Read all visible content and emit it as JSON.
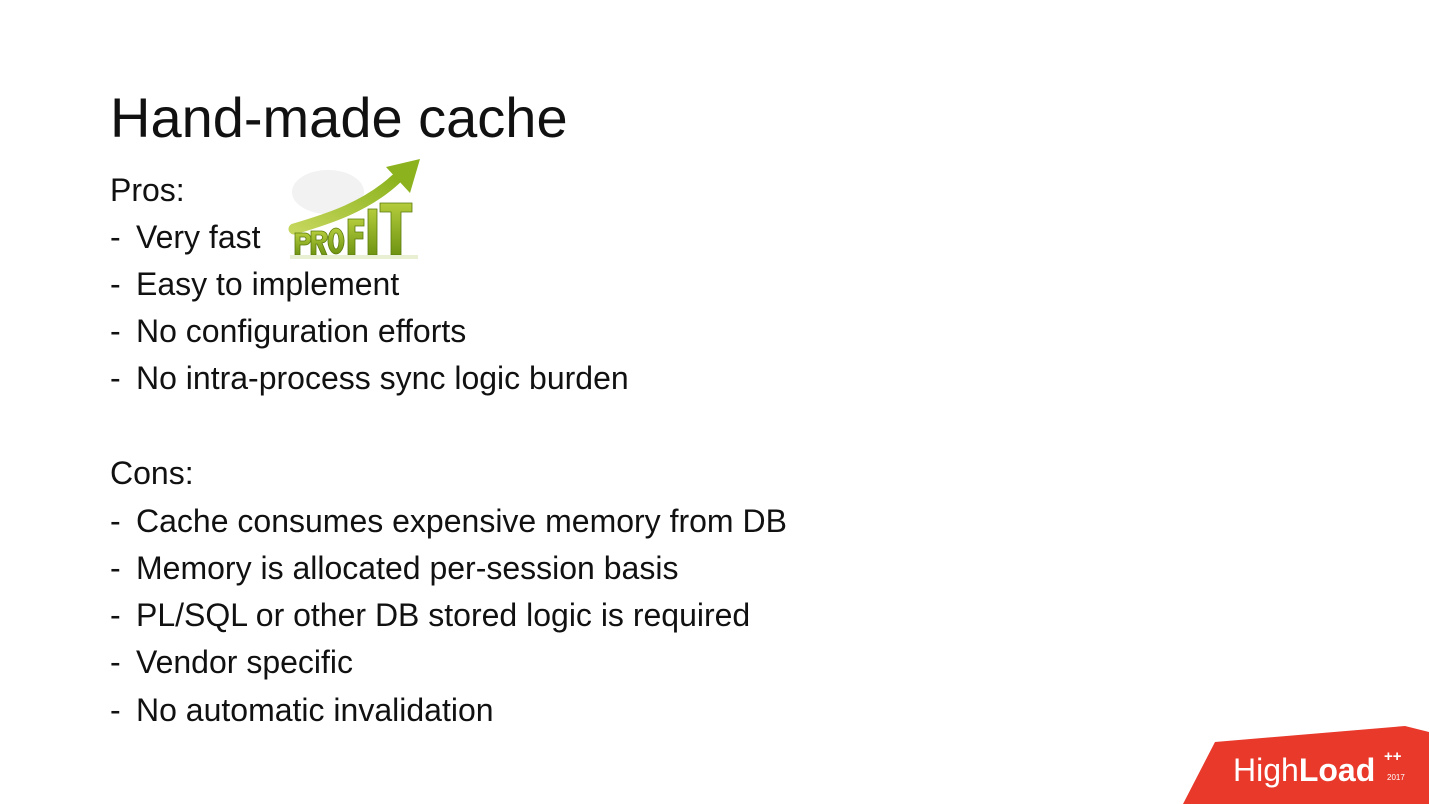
{
  "slide": {
    "title": "Hand-made cache",
    "pros": {
      "heading": "Pros:",
      "items": [
        "Very fast",
        "Easy to implement",
        "No configuration efforts",
        "No intra-process sync logic burden"
      ]
    },
    "cons": {
      "heading": "Cons:",
      "items": [
        "Cache consumes expensive memory from DB",
        "Memory is allocated per-session basis",
        "PL/SQL or other DB stored logic is required",
        "Vendor specific",
        "No automatic invalidation"
      ]
    },
    "bullet_marker": "-",
    "profit_image": {
      "icon": "profit-growth-icon",
      "text": "PROFIT"
    },
    "logo": {
      "brand_light": "High",
      "brand_bold": "Load",
      "superscript": "++",
      "year": "2017",
      "color": "#e8392b"
    }
  }
}
